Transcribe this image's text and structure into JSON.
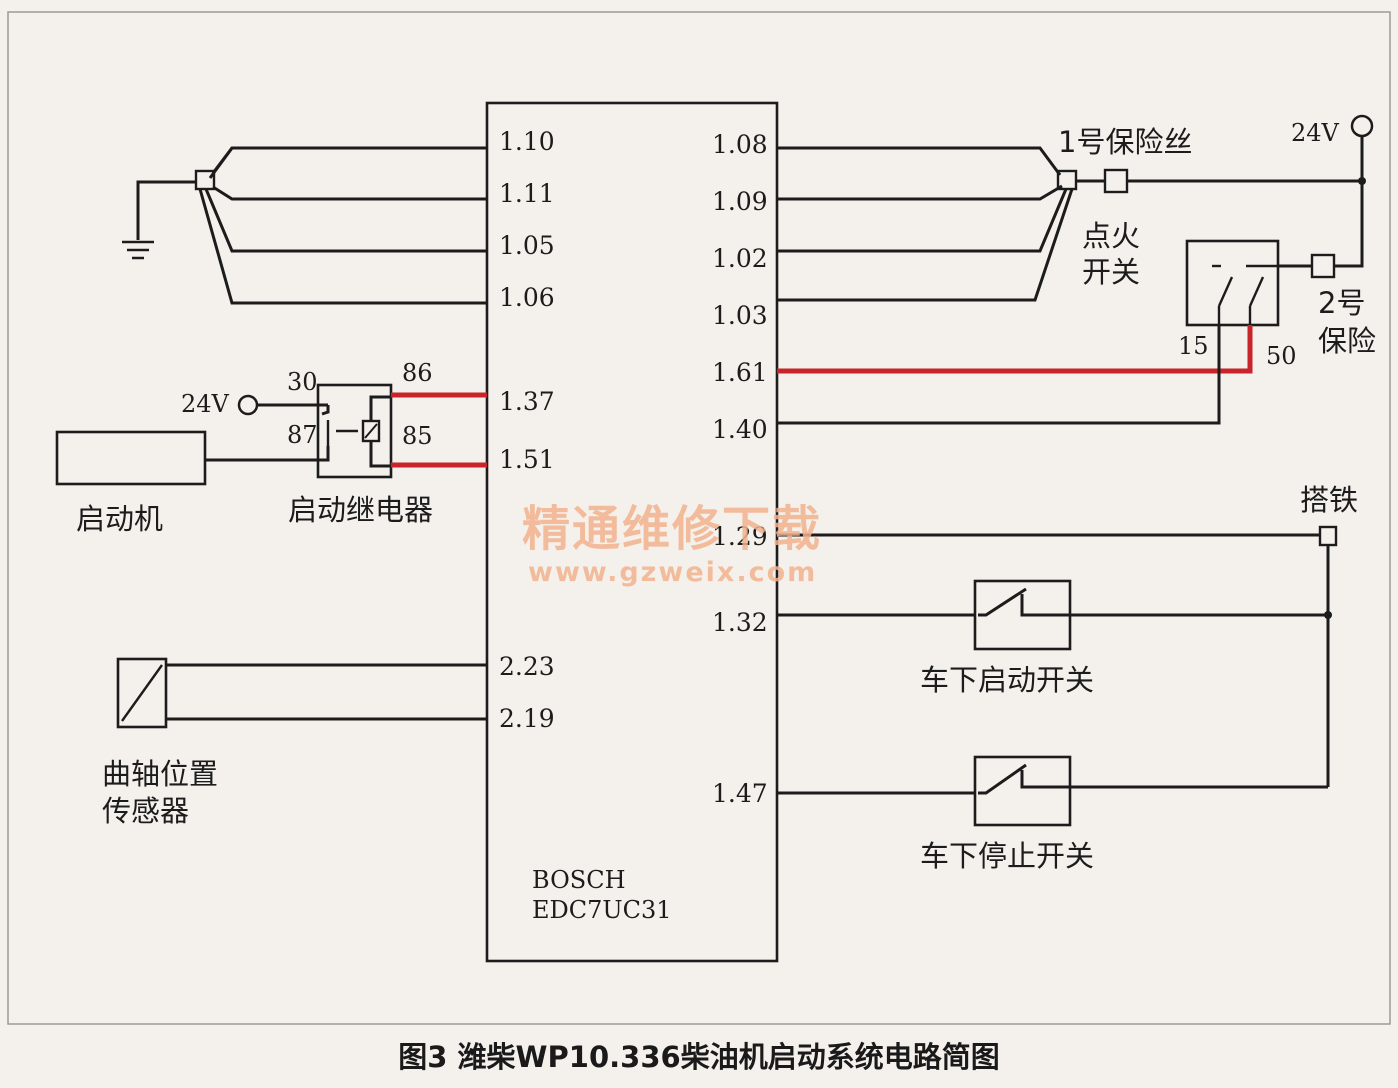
{
  "diagram": {
    "ecu": {
      "brand": "BOSCH",
      "model": "EDC7UC31"
    },
    "left_pins": [
      "1.10",
      "1.11",
      "1.05",
      "1.06",
      "1.37",
      "1.51",
      "2.23",
      "2.19"
    ],
    "right_pins": [
      "1.08",
      "1.09",
      "1.02",
      "1.03",
      "1.61",
      "1.40",
      "1.29",
      "1.32",
      "1.47"
    ],
    "relay": {
      "name": "启动继电器",
      "pin_30": "30",
      "pin_86": "86",
      "pin_87": "87",
      "pin_85": "85"
    },
    "supply_left": "24V",
    "supply_right": "24V",
    "starter": "启动机",
    "crank_sensor": {
      "line1": "曲轴位置",
      "line2": "传感器"
    },
    "fuse1": "1号保险丝",
    "ignition": {
      "line1": "点火",
      "line2": "开关"
    },
    "ign_terminal_15": "15",
    "ign_terminal_50": "50",
    "fuse2": {
      "line1": "2号",
      "line2": "保险"
    },
    "ground": "搭铁",
    "start_switch": "车下启动开关",
    "stop_switch": "车下停止开关",
    "watermark": {
      "text": "精通维修下载",
      "url": "www.gzweix.com"
    },
    "colors": {
      "signal_wire": "#c8242a",
      "wire": "#1c1c1c",
      "watermark": "#f2b38f"
    }
  },
  "caption": "图3  潍柴WP10.336柴油机启动系统电路简图"
}
